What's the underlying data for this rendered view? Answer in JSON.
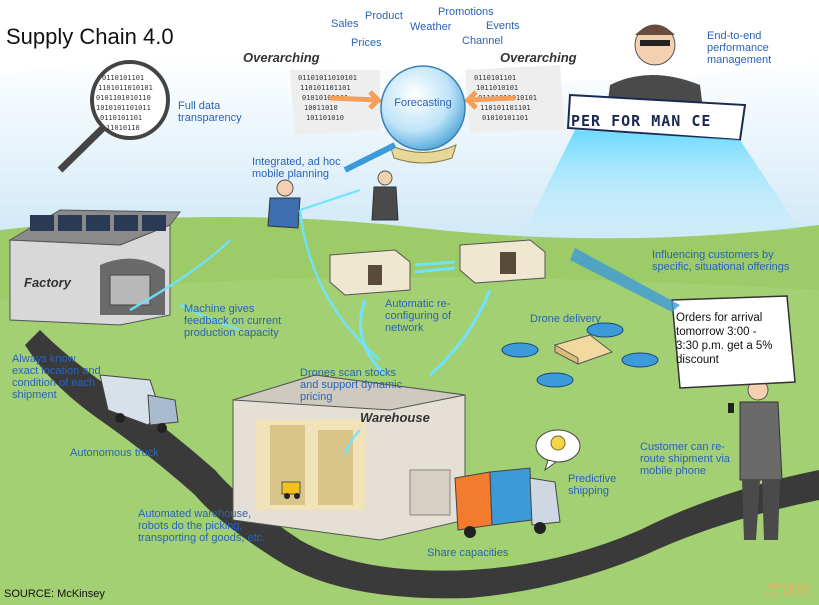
{
  "title": "Supply Chain 4.0",
  "overarching_left": "Overarching",
  "overarching_right": "Overarching",
  "forecast_inputs": [
    "Sales",
    "Product",
    "Promotions",
    "Prices",
    "Weather",
    "Events",
    "Channel"
  ],
  "forecasting": "Forecasting",
  "full_data_transparency": "Full data transparency",
  "end_to_end": "End-to-end performance management",
  "performance_banner": "PER FOR MAN CE",
  "integrated_planning": "Integrated, ad hoc mobile planning",
  "factory": "Factory",
  "warehouse": "Warehouse",
  "machine_feedback": "Machine gives feedback on current production capacity",
  "auto_reconfig": "Automatic re-configuring of network",
  "drone_delivery": "Drone delivery",
  "influencing": "Influencing customers by specific, situational offerings",
  "sign_text": "Orders for arrival tomorrow 3:00 - 3:30 p.m. get a 5% discount",
  "always_know": "Always know exact location and condition of each shipment",
  "drones_scan": "Drones scan stocks and support dynamic pricing",
  "autonomous_truck": "Autonomous truck",
  "customer_reroute": "Customer can re-route shipment via mobile phone",
  "predictive_shipping": "Predictive shipping",
  "automated_warehouse": "Automated warehouse, robots do the picking, transporting of goods, etc.",
  "share_capacities": "Share capacities",
  "source": "SOURCE: McKinsey",
  "watermark": "思谋网",
  "binary_rows": [
    "01101011010101",
    "110101101101",
    "01010101101",
    "10011010",
    "101101010",
    "0110101101",
    "1011010101"
  ],
  "colors": {
    "label_blue": "#2a63b8",
    "sky": "#a8d3ef",
    "grass": "#8fc05a",
    "road": "#3a3a3a",
    "glow": "#6fe3ff"
  }
}
